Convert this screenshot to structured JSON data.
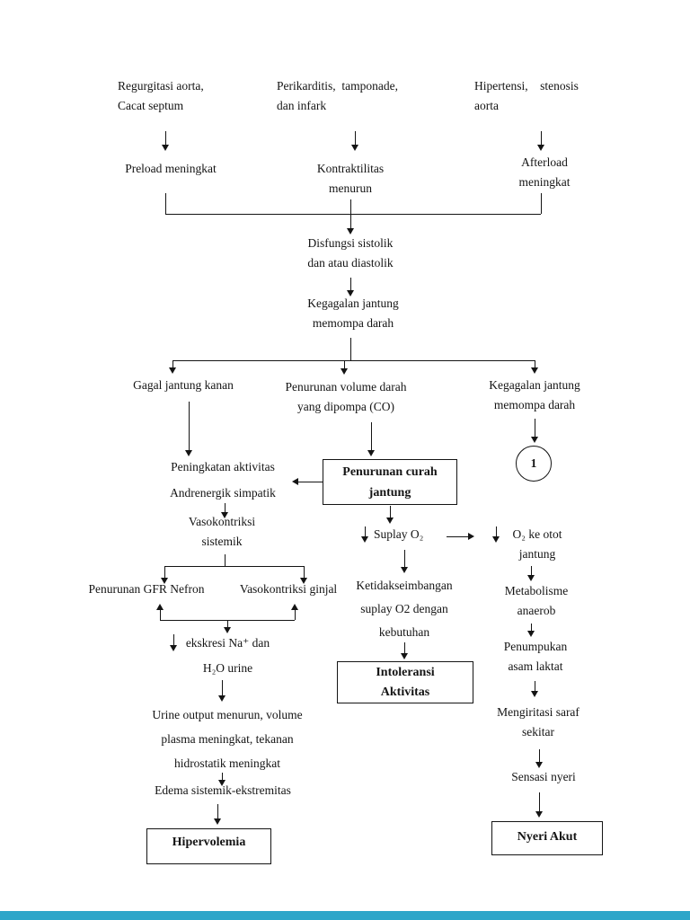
{
  "document_title": "Pathway gagal jantung (heart failure) - bahasa Indonesia",
  "colors": {
    "footer_bar": "#2ea6c9",
    "line": "#141414",
    "page_bg": "#ffffff"
  },
  "nodes": {
    "regurgitasi": [
      "Regurgitasi aorta,",
      "Cacat septum"
    ],
    "perikarditis": [
      "Perikarditis,  tamponade,",
      "dan infark"
    ],
    "hipertensi": [
      "Hipertensi,    stenosis",
      "aorta"
    ],
    "preload": [
      "Preload meningkat"
    ],
    "kontraktilitas": [
      "Kontraktilitas",
      "menurun"
    ],
    "afterload": [
      "Afterload",
      "meningkat"
    ],
    "disfungsi": [
      "Disfungsi sistolik",
      "dan atau diastolik"
    ],
    "kegagalan_pusat": [
      "Kegagalan jantung",
      "memompa darah"
    ],
    "gagal_kanan": [
      "Gagal jantung kanan"
    ],
    "penurunan_volume": [
      "Penurunan volume darah",
      "yang dipompa (CO)"
    ],
    "kegagalan_kanan": [
      "Kegagalan jantung",
      "memompa darah"
    ],
    "peningkatan": [
      "Peningkatan aktivitas",
      "Andrenergik simpatik"
    ],
    "box_curah": [
      "Penurunan curah",
      "jantung"
    ],
    "circle_1": [
      "1"
    ],
    "vasokontriksi_sistemik": [
      "Vasokontriksi",
      "sistemik"
    ],
    "suplay": [
      "Suplay O₂"
    ],
    "o2_otot": [
      "O₂ ke otot",
      "jantung"
    ],
    "gfr": [
      "Penurunan GFR Nefron"
    ],
    "ginjal": [
      "Vasokontriksi ginjal"
    ],
    "ketidakseimbangan": [
      "Ketidakseimbangan",
      "suplay O2 dengan",
      "kebutuhan"
    ],
    "metabolisme": [
      "Metabolisme",
      "anaerob"
    ],
    "ekskresi": [
      "ekskresi Na⁺ dan",
      "H₂O urine"
    ],
    "penumpukan": [
      "Penumpukan",
      "asam laktat"
    ],
    "urine": [
      "Urine output menurun, volume",
      "plasma meningkat, tekanan",
      "hidrostatik meningkat"
    ],
    "mengiritasi": [
      "Mengiritasi saraf",
      "sekitar"
    ],
    "edema": [
      "Edema sistemik-ekstremitas"
    ],
    "sensasi": [
      "Sensasi nyeri"
    ],
    "box_intoleransi": [
      "Intoleransi",
      "Aktivitas"
    ],
    "box_hipervolemia": [
      "Hipervolemia"
    ],
    "box_nyeri": [
      "Nyeri Akut"
    ]
  }
}
